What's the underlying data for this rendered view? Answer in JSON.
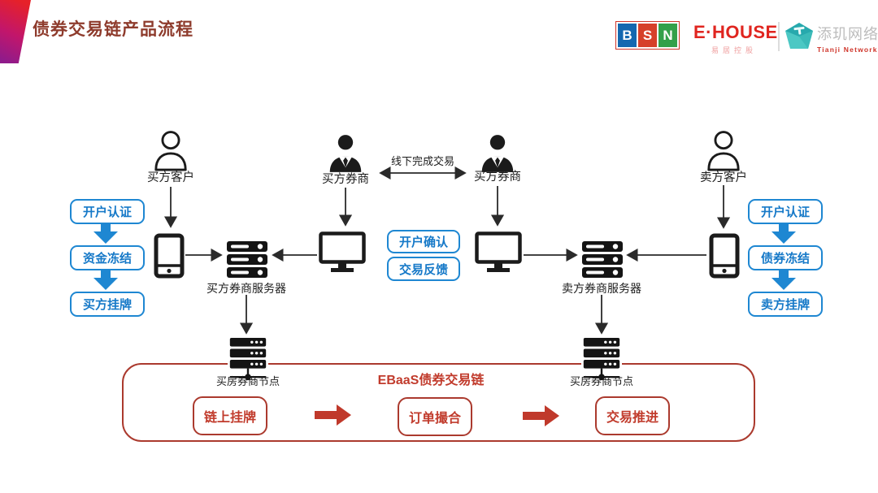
{
  "header": {
    "title": "债券交易链产品流程",
    "bsn": {
      "b": "B",
      "s": "S",
      "n": "N"
    },
    "ehouse": {
      "name": "E·HOUSE",
      "subtitle": "易居控股"
    },
    "tianji": {
      "name": "添玑网络",
      "subtitle": "Tianji Network"
    }
  },
  "actors": {
    "buyer_customer": "买方客户",
    "buyer_broker": "买方券商",
    "buyer_broker2": "买方券商",
    "seller_customer": "卖方客户"
  },
  "annotations": {
    "offline_deal": "线下完成交易"
  },
  "buyer_steps": [
    "开户认证",
    "资金冻结",
    "买方挂牌"
  ],
  "seller_steps": [
    "开户认证",
    "债券冻结",
    "卖方挂牌"
  ],
  "middle_steps": [
    "开户确认",
    "交易反馈"
  ],
  "infrastructure": {
    "buyer_server": "买方券商服务器",
    "seller_server": "卖方券商服务器",
    "buyer_node": "买房券商节点",
    "seller_node": "买房券商节点"
  },
  "chain": {
    "title": "EBaaS债券交易链",
    "steps": [
      "链上挂牌",
      "订单撮合",
      "交易推进"
    ]
  },
  "colors": {
    "accent_blue": "#1e87d2",
    "accent_red": "#c0392b",
    "container_red": "#ab3a2e",
    "title_red": "#8e3b2c"
  }
}
